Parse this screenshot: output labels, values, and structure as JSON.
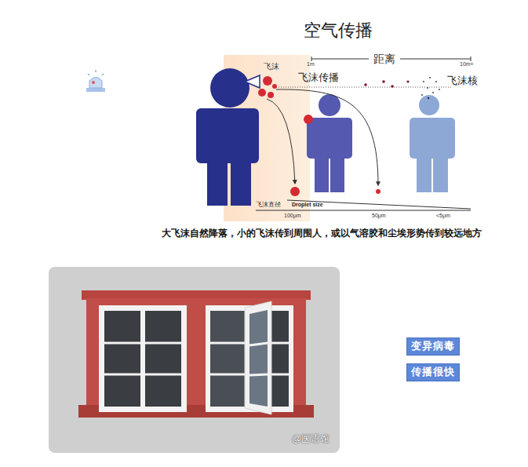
{
  "diagram": {
    "title": "空气传播",
    "caption": "大飞沫自然降落，小的飞沫传到周围人，或以气溶胶和尘埃形势传到较远地方",
    "nodes": [
      {
        "text": [
          "变异病毒"
        ]
      },
      {
        "text": [
          "传播很快"
        ]
      }
    ],
    "labels": [
      "飞沫",
      "距离",
      "1m",
      "10m+",
      "飞沫传播",
      "飞沫核",
      "飞沫直径",
      "Droplet size",
      "100μm",
      "50μm",
      "<5μm",
      "@医语馆"
    ]
  }
}
